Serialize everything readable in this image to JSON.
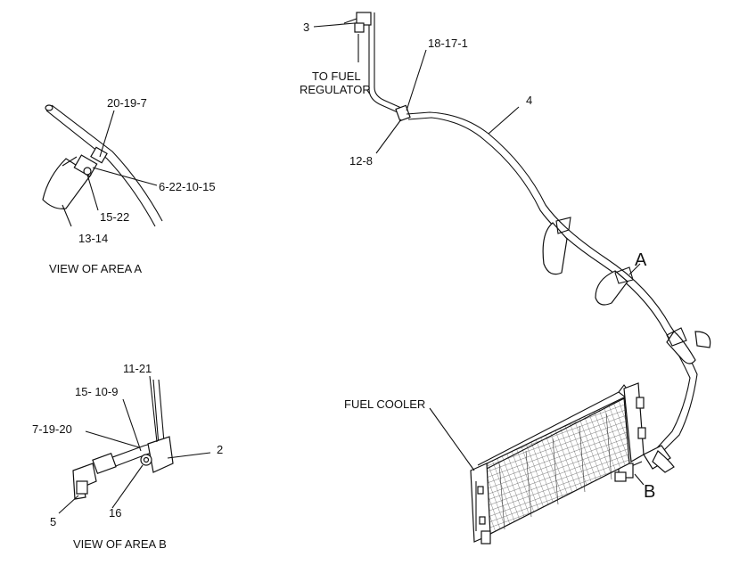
{
  "callouts": {
    "c3": "3",
    "c18_17_1": "18-17-1",
    "to_fuel": "TO FUEL",
    "regulator": "REGULATOR",
    "c4": "4",
    "c12_8": "12-8",
    "c20_19_7": "20-19-7",
    "c6_22_10_15": "6-22-10-15",
    "c15_22": "15-22",
    "c13_14": "13-14",
    "view_a": "VIEW OF AREA  A",
    "area_a": "A",
    "area_b": "B",
    "fuel_cooler": "FUEL COOLER",
    "c11_21": "11-21",
    "c15_10_9": "15- 10-9",
    "c7_19_20": "7-19-20",
    "c2": "2",
    "c5": "5",
    "c16": "16",
    "view_b": "VIEW OF AREA  B"
  }
}
